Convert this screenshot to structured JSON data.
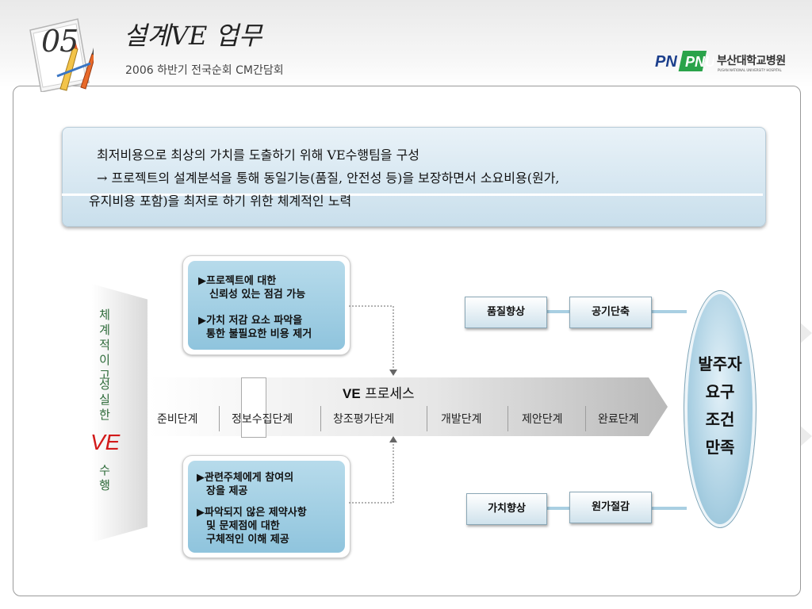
{
  "header": {
    "slide_number": "05",
    "title": "설계VE 업무",
    "subtitle": "2006 하반기 전국순회 CM간담회",
    "logo_text": "PNUH",
    "org_name": "부산대학교병원",
    "org_name_en": "PUSAN NATIONAL UNIVERSITY HOSPITAL"
  },
  "summary": {
    "line1": "최저비용으로 최상의 가치를 도출하기 위해 VE수행팀을 구성",
    "line2": "→ 프로젝트의 설계분석을 통해 동일기능(품질, 안전성 등)을 보장하면서 소요비용(원가,",
    "line3": "유지비용 포함)을 최저로 하기 위한 체계적인 노력"
  },
  "left_panel": {
    "chars_top": [
      "체",
      "계",
      "적",
      "이",
      "고"
    ],
    "chars_mid": [
      "성",
      "실",
      "한"
    ],
    "ve": "VE",
    "chars_bottom": [
      "수",
      "행"
    ]
  },
  "top_callout": {
    "item1_line1": "▶프로젝트에 대한",
    "item1_line2": "신뢰성 있는 점검 가능",
    "item2_line1": "▶가치 저감 요소 파악을",
    "item2_line2": "통한 불필요한 비용 제거"
  },
  "bottom_callout": {
    "item1_line1": "▶관련주체에게 참여의",
    "item1_line2": "장을 제공",
    "item2_line1": "▶파악되지 않은 제약사항",
    "item2_line2": "및 문제점에 대한",
    "item2_line3": "구체적인 이해 제공"
  },
  "process": {
    "title_ve": "VE",
    "title_rest": "프로세스",
    "stages": [
      "준비단계",
      "정보수집단계",
      "창조평가단계",
      "개발단계",
      "제안단계",
      "완료단계"
    ]
  },
  "tags": {
    "quality": "품질향상",
    "schedule": "공기단축",
    "value": "가치향상",
    "cost": "원가절감"
  },
  "goal": {
    "line1": "발주자",
    "line2": "요구",
    "line3": "조건",
    "line4": "만족"
  },
  "colors": {
    "ve_red": "#d21a1a",
    "vertical_green": "#2e6b3a",
    "callout_blue": "#8fc4dd",
    "oval_blue": "#a9cfe2"
  }
}
